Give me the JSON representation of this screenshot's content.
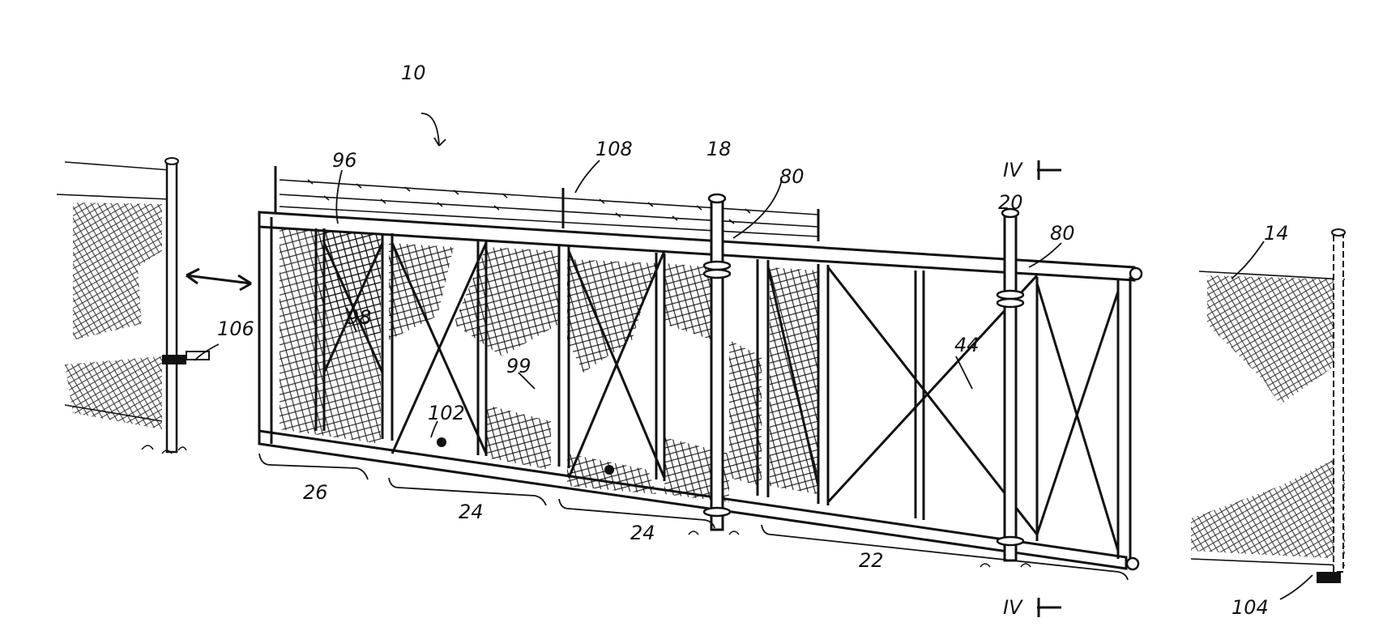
{
  "figure": {
    "colors": {
      "ink": "#111111",
      "paper": "#ffffff"
    },
    "labels": {
      "ref_10": "10",
      "ref_108": "108",
      "ref_18": "18",
      "ref_20": "20",
      "ref_80_a": "80",
      "ref_80_b": "80",
      "ref_96": "96",
      "ref_98": "98",
      "ref_99": "99",
      "ref_102": "102",
      "ref_106": "106",
      "ref_44": "44",
      "ref_14": "14",
      "ref_26": "26",
      "ref_24_a": "24",
      "ref_24_b": "24",
      "ref_22": "22",
      "ref_104": "104",
      "section_top": "IV",
      "section_bottom": "IV"
    }
  }
}
